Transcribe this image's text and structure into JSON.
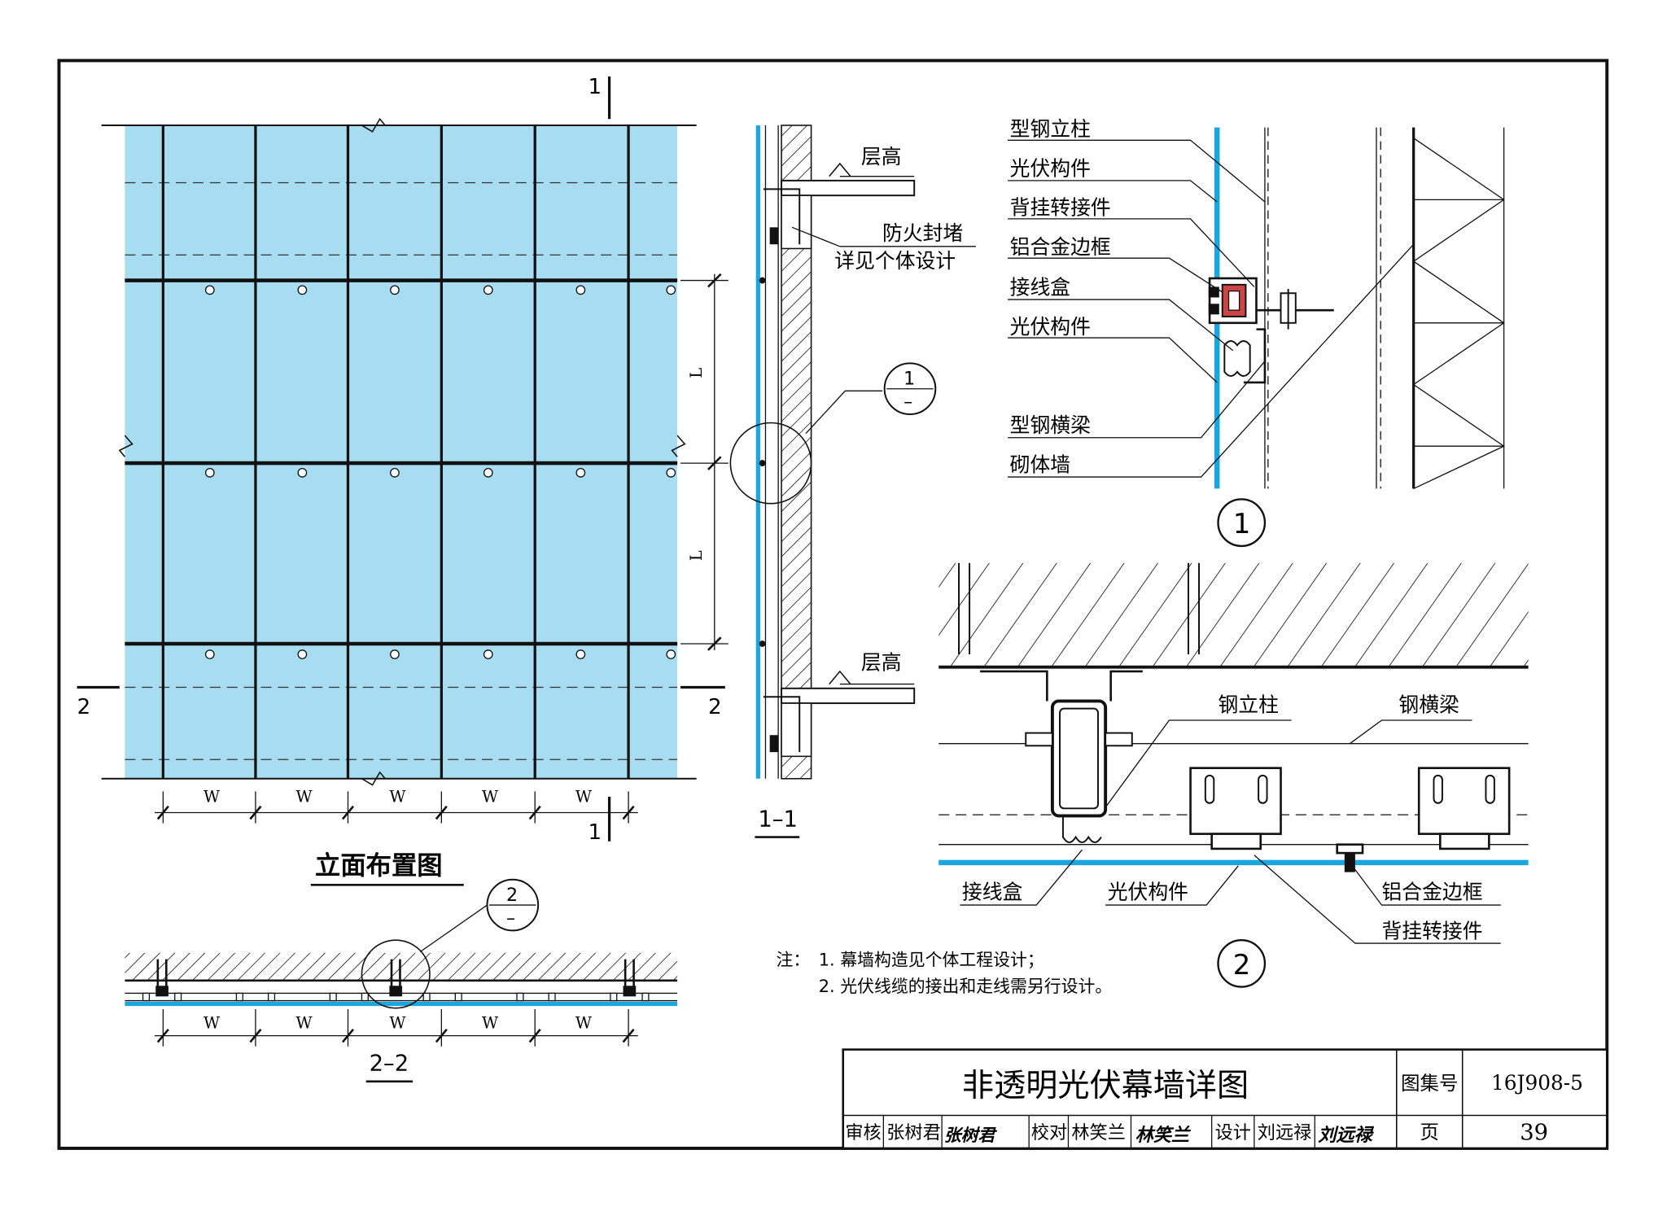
{
  "colors": {
    "panel_fill": "#a8dcf0",
    "pv_line": "#1aa7e0",
    "ink": "#111111",
    "paper": "#ffffff"
  },
  "elevation": {
    "title": "立面布置图",
    "section_mark_top": "1",
    "section_mark_bottom": "1",
    "section_mark_left": "2",
    "section_mark_right": "2",
    "dim_w": [
      "W",
      "W",
      "W",
      "W",
      "W"
    ],
    "dim_l": [
      "L",
      "L"
    ]
  },
  "section11": {
    "label": "1–1",
    "floor_top": "层高",
    "floor_bottom": "层高",
    "fire_note_1": "防火封堵",
    "fire_note_2": "详见个体设计",
    "detail_ref_top": "1",
    "detail_ref_bottom": "–"
  },
  "section22": {
    "label": "2–2",
    "dim_w": [
      "W",
      "W",
      "W",
      "W",
      "W"
    ],
    "detail_ref_top": "2",
    "detail_ref_bottom": "–"
  },
  "detail1": {
    "number": "1",
    "labels": [
      "型钢立柱",
      "光伏构件",
      "背挂转接件",
      "铝合金边框",
      "接线盒",
      "光伏构件",
      "型钢横梁",
      "砌体墙"
    ]
  },
  "detail2": {
    "number": "2",
    "labels": {
      "steel_column": "钢立柱",
      "steel_beam": "钢横梁",
      "junction_box": "接线盒",
      "pv_component": "光伏构件",
      "alu_frame": "铝合金边框",
      "bracket": "背挂转接件"
    }
  },
  "notes": {
    "prefix": "注：",
    "n1": "1. 幕墙构造见个体工程设计；",
    "n2": "2. 光伏线缆的接出和走线需另行设计。"
  },
  "title_block": {
    "title": "非透明光伏幕墙详图",
    "atlas_label": "图集号",
    "atlas_no": "16J908-5",
    "page_label": "页",
    "page_no": "39",
    "review_label": "审核",
    "review_name": "张树君",
    "review_sign": "张树君",
    "check_label": "校对",
    "check_name": "林笑兰",
    "check_sign": "林笑兰",
    "design_label": "设计",
    "design_name": "刘远禄",
    "design_sign": "刘远禄"
  }
}
